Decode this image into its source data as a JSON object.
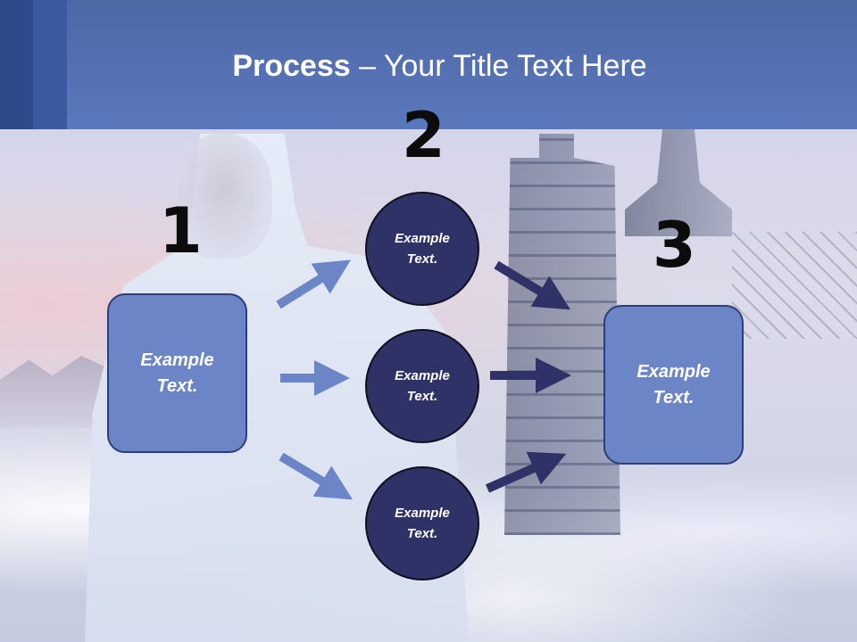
{
  "slide": {
    "title_bold": "Process",
    "title_rest": " – Your Title Text Here",
    "numbers": [
      "1",
      "2",
      "3"
    ],
    "left_box": "Example Text.",
    "right_box": "Example Text.",
    "circles": [
      "Example Text.",
      "Example Text.",
      "Example Text."
    ]
  },
  "colors": {
    "header": "#5a78bd",
    "box_fill": "#6b85c6",
    "circle_fill": "#2f3266",
    "arrow_light": "#6b85c6",
    "arrow_dark": "#2f3266"
  }
}
